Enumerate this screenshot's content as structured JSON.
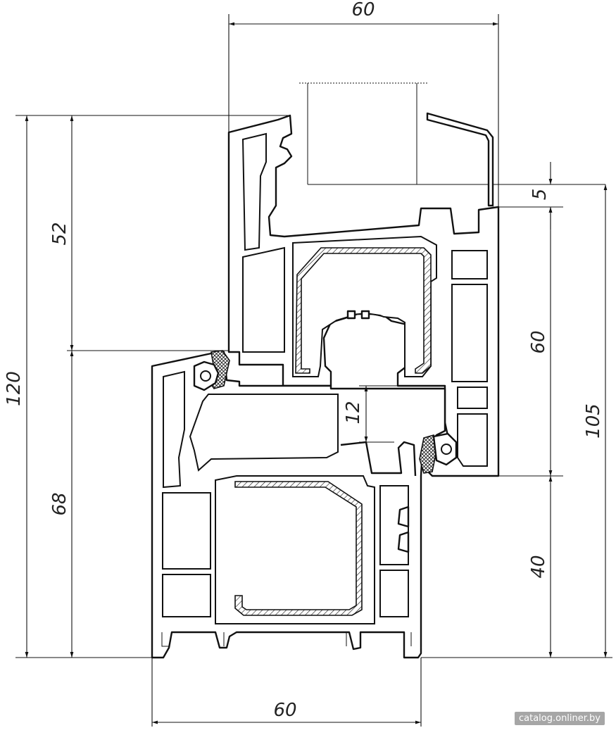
{
  "dimensions": {
    "top_width": "60",
    "bottom_width": "60",
    "total_height_left": "120",
    "sash_height": "52",
    "frame_height_left": "68",
    "overlap": "12",
    "glazing_offset": "5",
    "sash_depth_right": "60",
    "total_height_right": "105",
    "frame_height_right": "40"
  },
  "watermark": "catalog.onliner.by"
}
